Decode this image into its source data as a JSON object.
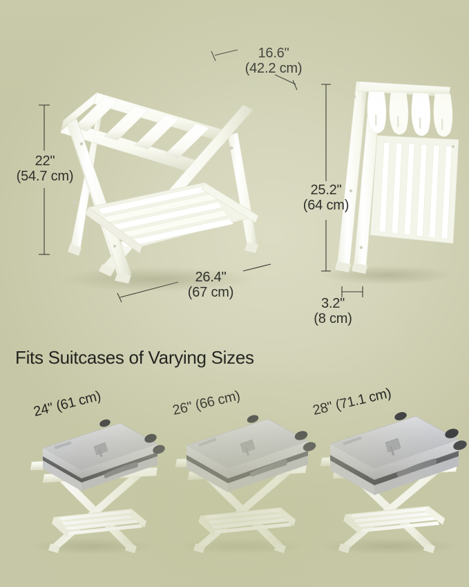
{
  "background": {
    "base_color": "#d2d3b8",
    "edge_color": "#c6c7a6",
    "highlight_color": "#dcdcc4"
  },
  "product": {
    "name": "folding-luggage-rack",
    "frame_color": "#fdfdfa",
    "frame_shadow_color": "#dcddc8",
    "strap_color": "#ffffff"
  },
  "dimensions": {
    "height": {
      "inches": "22\"",
      "metric": "(54.7 cm)",
      "orientation": "vertical",
      "view": "open"
    },
    "depth": {
      "inches": "16.6\"",
      "metric": "(42.2 cm)",
      "orientation": "diagonal",
      "view": "open"
    },
    "width": {
      "inches": "26.4\"",
      "metric": "(67 cm)",
      "orientation": "diagonal",
      "view": "open"
    },
    "folded_height": {
      "inches": "25.2\"",
      "metric": "(64 cm)",
      "orientation": "vertical",
      "view": "folded"
    },
    "folded_thickness": {
      "inches": "3.2\"",
      "metric": "(8 cm)",
      "orientation": "horizontal",
      "view": "folded"
    }
  },
  "section": {
    "title": "Fits Suitcases of Varying Sizes"
  },
  "suitcases": [
    {
      "id": "small",
      "inches": "24\"",
      "metric": "(61 cm)",
      "label": "24\" (61 cm)",
      "shell_color": "#c9cacc",
      "trim_color": "#4a4a4c"
    },
    {
      "id": "medium",
      "inches": "26\"",
      "metric": "(66 cm)",
      "label": "26\" (66 cm)",
      "shell_color": "#c9cacc",
      "trim_color": "#4a4a4c"
    },
    {
      "id": "large",
      "inches": "28\"",
      "metric": "(71.1 cm)",
      "label": "28\" (71.1 cm)",
      "shell_color": "#c9cacc",
      "trim_color": "#4a4a4c"
    }
  ],
  "labels": {
    "height_line1": "22\"",
    "height_line2": "(54.7 cm)",
    "depth_line1": "16.6\"",
    "depth_line2": "(42.2 cm)",
    "width_line1": "26.4\"",
    "width_line2": "(67 cm)",
    "folded_height_line1": "25.2\"",
    "folded_height_line2": "(64 cm)",
    "folded_thickness_line1": "3.2\"",
    "folded_thickness_line2": "(8 cm)"
  }
}
